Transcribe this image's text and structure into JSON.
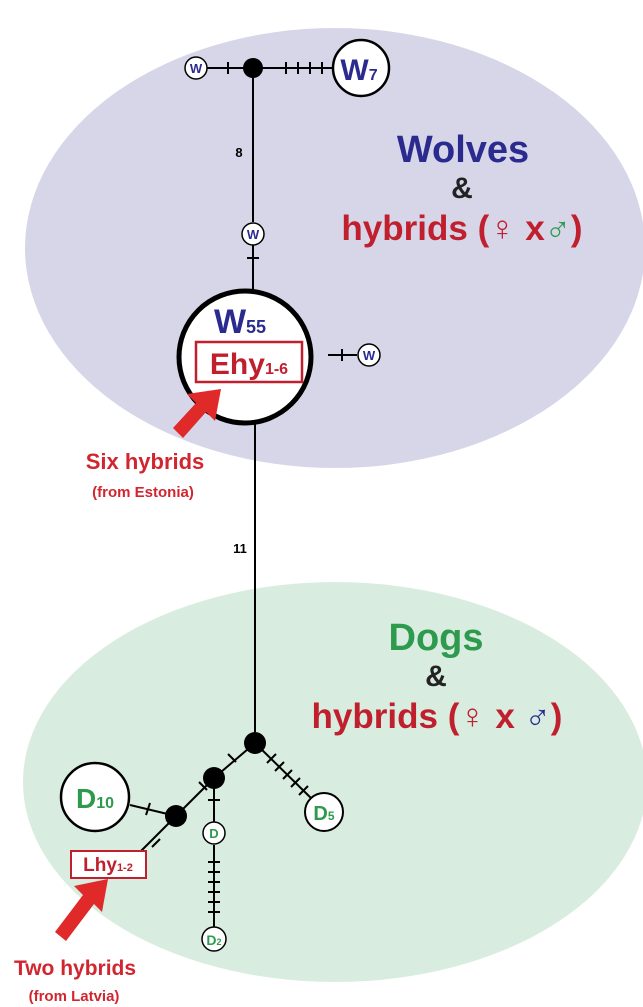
{
  "wolves_group": {
    "title": "Wolves",
    "amp": "&",
    "hybrids_word": "hybrids",
    "paren_open": "(",
    "female_symbol": "♀",
    "cross": "x",
    "male_symbol": "♂",
    "paren_close": ")",
    "fill_color": "#d6d6e8",
    "title_color": "#2b2b8f",
    "hybrid_color": "#c0202e",
    "male_color": "#2e9a4e"
  },
  "dogs_group": {
    "title": "Dogs",
    "amp": "&",
    "hybrids_word": "hybrids",
    "paren_open": "(",
    "female_symbol": "♀",
    "cross": "x",
    "male_symbol": "♂",
    "paren_close": ")",
    "fill_color": "#d9ece0",
    "title_color": "#2e9a4e",
    "hybrid_color": "#c0202e",
    "male_color": "#2b2b8f"
  },
  "nodes": {
    "w_small_left": "W",
    "w7_main": "W",
    "w7_sub": "7",
    "w_small_mid": "W",
    "w55_main": "W",
    "w55_sub": "55",
    "ehy_main": "Ehy",
    "ehy_sub": "1-6",
    "w_small_right": "W",
    "d10_main": "D",
    "d10_sub": "10",
    "d_small": "D",
    "d5_main": "D",
    "d5_sub": "5",
    "d2_main": "D",
    "d2_sub": "2",
    "lhy_main": "Lhy",
    "lhy_sub": "1-2"
  },
  "branch_labels": {
    "upper": "8",
    "middle": "11"
  },
  "annotations": {
    "estonia_title": "Six hybrids",
    "estonia_sub": "(from Estonia)",
    "latvia_title": "Two hybrids",
    "latvia_sub": "(from Latvia)",
    "arrow_color": "#e02a2a"
  }
}
